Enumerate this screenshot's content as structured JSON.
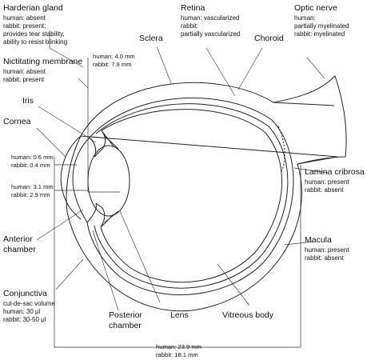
{
  "labels": {
    "harderian": {
      "title": "Harderian gland",
      "lines": [
        "human: absent",
        "rabbit: present;",
        "provides tear stability,",
        "ability to resist blinking"
      ]
    },
    "nictitating": {
      "title": "Nictitating membrane",
      "lines": [
        "human: absent",
        "rabbit: present"
      ]
    },
    "iris": {
      "title": "Iris"
    },
    "cornea": {
      "title": "Cornea"
    },
    "anterior_chamber": {
      "title": "Anterior",
      "title2": "chamber"
    },
    "conjunctiva": {
      "title": "Conjunctiva",
      "lines": [
        "cul-de-sac volume",
        "human: 30 μl",
        "rabbit: 30-50 μl"
      ]
    },
    "sclera": {
      "title": "Sclera"
    },
    "retina": {
      "title": "Retina",
      "lines": [
        "human: vascularized",
        "rabbit:",
        "partially vascularized"
      ]
    },
    "choroid": {
      "title": "Choroid"
    },
    "optic_nerve": {
      "title": "Optic nerve",
      "lines": [
        "human:",
        "partially myelinated",
        "rabbit: myelinated"
      ]
    },
    "lamina_cribrosa": {
      "title": "Lamina cribrosa",
      "lines": [
        "human: present",
        "rabbit: absent"
      ]
    },
    "macula": {
      "title": "Macula",
      "lines": [
        "human: present",
        "rabbit: absent"
      ]
    },
    "posterior_chamber": {
      "title": "Posterior",
      "title2": "chamber"
    },
    "lens": {
      "title": "Lens"
    },
    "vitreous": {
      "title": "Vitreous body"
    }
  },
  "measurements": {
    "lens_thickness": {
      "human": "human: 4.0 mm",
      "rabbit": "rabbit: 7.9 mm"
    },
    "cornea_thickness": {
      "human": "human: 0.6 mm",
      "rabbit": "rabbit: 0.4 mm"
    },
    "anterior_depth": {
      "human": "human: 3.1 mm",
      "rabbit": "rabbit: 2.9 mm"
    },
    "axial_length": {
      "human": "human: 23.9 mm",
      "rabbit": "rabbit: 18.1 mm"
    }
  }
}
